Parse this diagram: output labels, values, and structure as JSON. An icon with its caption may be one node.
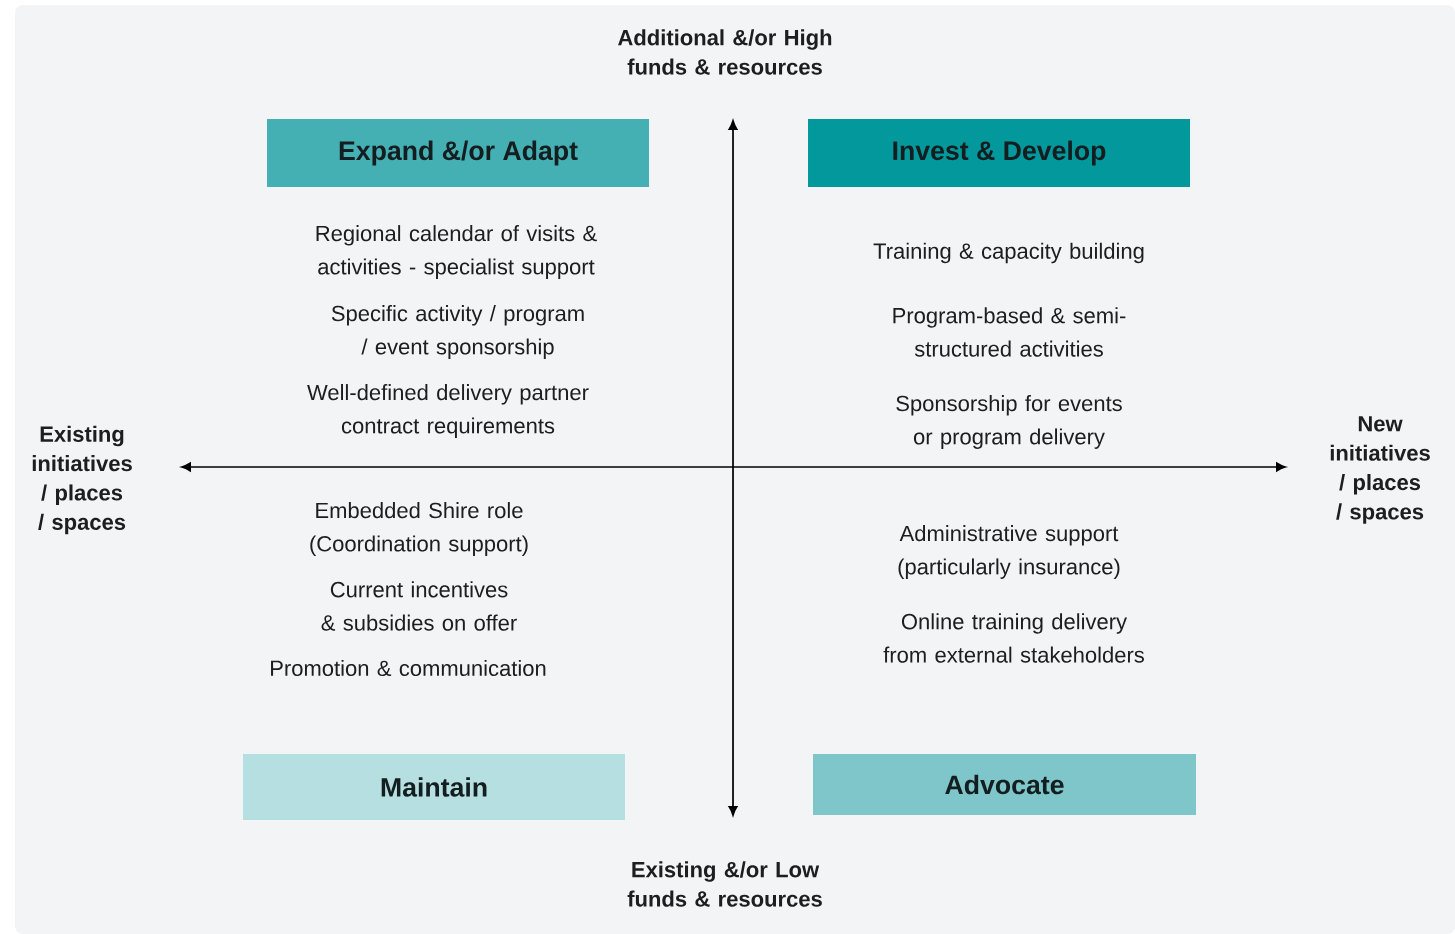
{
  "diagram": {
    "nodes": [
      {
        "text": [
          "Expand &/or Adapt"
        ]
      },
      {
        "text": [
          "Invest & Develop"
        ]
      },
      {
        "text": [
          "Maintain"
        ]
      },
      {
        "text": [
          "Advocate"
        ]
      }
    ],
    "labels": [
      "Additional &/or High funds & resources",
      "Regional calendar of visits & activities - specialist support",
      "Training & capacity building",
      "Specific activity / program / event sponsorship",
      "Program-based & semi-structured activities",
      "Well-defined delivery partner contract requirements",
      "Sponsorship for events or program delivery",
      "Existing initiatives / places / spaces",
      "New initiatives / places / spaces",
      "Embedded Shire role (Coordination support)",
      "Administrative support (particularly insurance)",
      "Current incentives & subsidies on offer",
      "Online training delivery from external stakeholders",
      "Promotion & communication",
      "Existing &/or Low funds & resources"
    ]
  }
}
